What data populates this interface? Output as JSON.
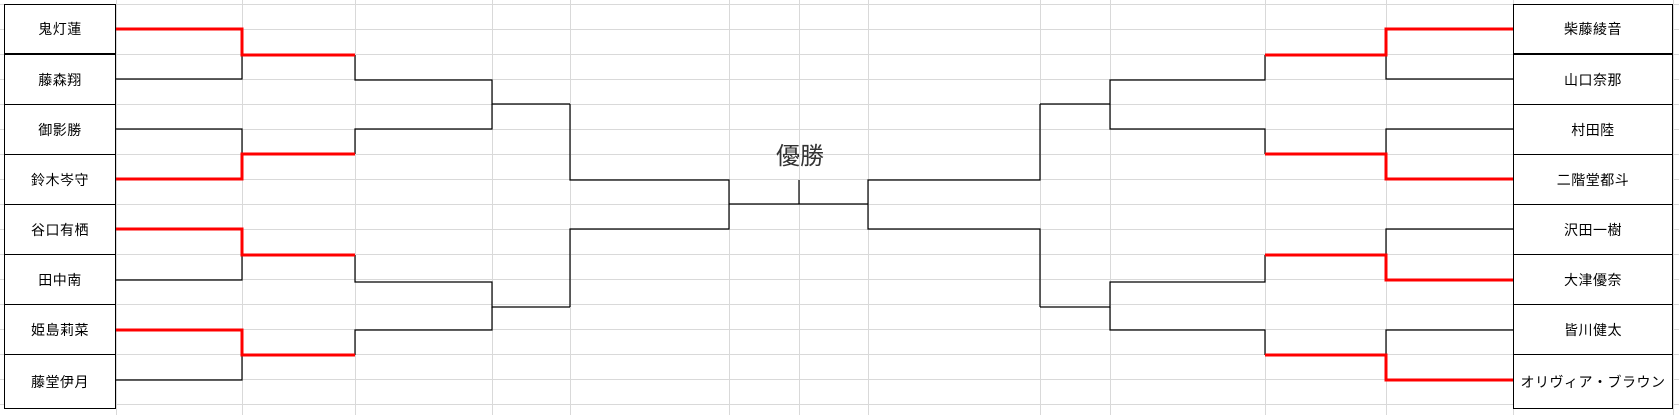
{
  "title": "優勝",
  "colors": {
    "winner_line": "#ff0000",
    "bracket_line": "#000000",
    "gridline": "#d9d9d9"
  },
  "left_players": [
    "鬼灯蓮",
    "藤森翔",
    "御影勝",
    "鈴木岑守",
    "谷口有栖",
    "田中南",
    "姫島莉菜",
    "藤堂伊月"
  ],
  "right_players": [
    "柴藤綾音",
    "山口奈那",
    "村田陸",
    "二階堂都斗",
    "沢田一樹",
    "大津優奈",
    "皆川健太",
    "オリヴィア・ブラウン"
  ],
  "first_round_winners": {
    "left": [
      "鬼灯蓮",
      "鈴木岑守",
      "谷口有栖",
      "姫島莉菜"
    ],
    "right": [
      "柴藤綾音",
      "二階堂都斗",
      "大津優奈",
      "オリヴィア・ブラウン"
    ]
  }
}
